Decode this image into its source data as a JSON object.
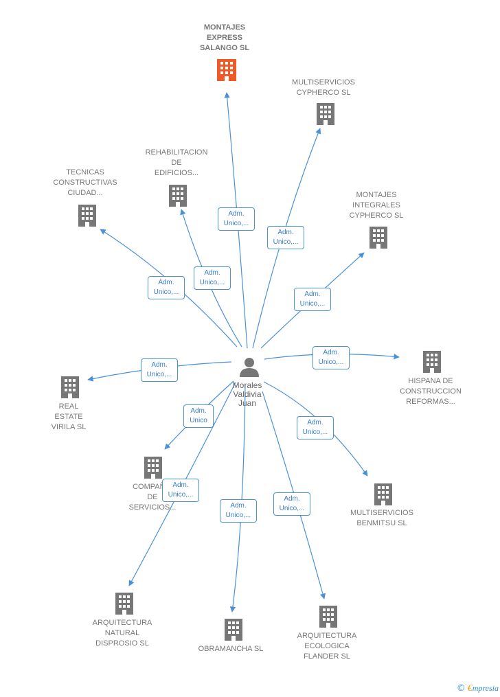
{
  "center": {
    "name": "Morales\nValdivia\nJuan"
  },
  "main_company": {
    "name": "MONTAJES\nEXPRESS\nSALANGO  SL",
    "color": "#f05a28"
  },
  "colors": {
    "edge": "#4a90d9",
    "building": "#777777",
    "person": "#777777"
  },
  "companies": [
    {
      "id": "multiservicios-cypherco",
      "name": "MULTISERVICIOS\nCYPHERCO  SL"
    },
    {
      "id": "rehabilitacion",
      "name": "REHABILITACION\nDE\nEDIFICIOS..."
    },
    {
      "id": "tecnicas",
      "name": "TECNICAS\nCONSTRUCTIVAS\nCIUDAD..."
    },
    {
      "id": "montajes-integrales",
      "name": "MONTAJES\nINTEGRALES\nCYPHERCO  SL"
    },
    {
      "id": "hispana",
      "name": "HISPANA DE\nCONSTRUCCION\nREFORMAS..."
    },
    {
      "id": "real-estate",
      "name": "REAL\nESTATE\nVIRILA  SL"
    },
    {
      "id": "compania",
      "name": "COMPAÑIA\nDE\nSERVICIOS..."
    },
    {
      "id": "benmitsu",
      "name": "MULTISERVICIOS\nBENMITSU  SL"
    },
    {
      "id": "arq-natural",
      "name": "ARQUITECTURA\nNATURAL\nDISPROSIO  SL"
    },
    {
      "id": "obramancha",
      "name": "OBRAMANCHA SL"
    },
    {
      "id": "arq-ecologica",
      "name": "ARQUITECTURA\nECOLOGICA\nFLANDER  SL"
    }
  ],
  "edge_labels": {
    "main": "Adm.\nUnico,...",
    "multiservicios-cypherco": "Adm.\nUnico,...",
    "rehabilitacion": "Adm.\nUnico,...",
    "tecnicas": "Adm.\nUnico,...",
    "montajes-integrales": "Adm.\nUnico,...",
    "hispana": "Adm.\nUnico,...",
    "real-estate": "Adm.\nUnico,...",
    "compania": "Adm.\nUnico",
    "benmitsu": "Adm.\nUnico,...",
    "arq-natural": "Adm.\nUnico,...",
    "obramancha": "Adm.\nUnico,...",
    "arq-ecologica": "Adm.\nUnico,..."
  },
  "footer": {
    "copyright": "©",
    "brand_initial": "€",
    "brand_rest": "mpresia"
  }
}
